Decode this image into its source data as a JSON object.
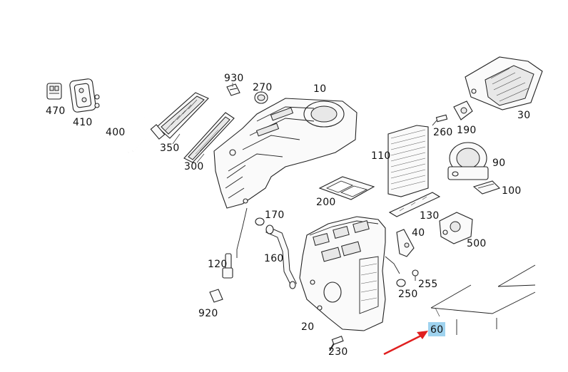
{
  "diagram": {
    "labels": [
      {
        "id": "470",
        "text": "470"
      },
      {
        "id": "410",
        "text": "410"
      },
      {
        "id": "400",
        "text": "400"
      },
      {
        "id": "350",
        "text": "350"
      },
      {
        "id": "300",
        "text": "300"
      },
      {
        "id": "930",
        "text": "930"
      },
      {
        "id": "270",
        "text": "270"
      },
      {
        "id": "10",
        "text": "10"
      },
      {
        "id": "260",
        "text": "260"
      },
      {
        "id": "190",
        "text": "190"
      },
      {
        "id": "30",
        "text": "30"
      },
      {
        "id": "110",
        "text": "110"
      },
      {
        "id": "90",
        "text": "90"
      },
      {
        "id": "100",
        "text": "100"
      },
      {
        "id": "200",
        "text": "200"
      },
      {
        "id": "130",
        "text": "130"
      },
      {
        "id": "170",
        "text": "170"
      },
      {
        "id": "40",
        "text": "40"
      },
      {
        "id": "500",
        "text": "500"
      },
      {
        "id": "160",
        "text": "160"
      },
      {
        "id": "120",
        "text": "120"
      },
      {
        "id": "255",
        "text": "255"
      },
      {
        "id": "250",
        "text": "250"
      },
      {
        "id": "920",
        "text": "920"
      },
      {
        "id": "20",
        "text": "20"
      },
      {
        "id": "60",
        "text": "60",
        "highlighted": true
      },
      {
        "id": "230",
        "text": "230"
      }
    ],
    "highlight_color": "#9fd3ef",
    "arrow_color": "#e02020"
  }
}
